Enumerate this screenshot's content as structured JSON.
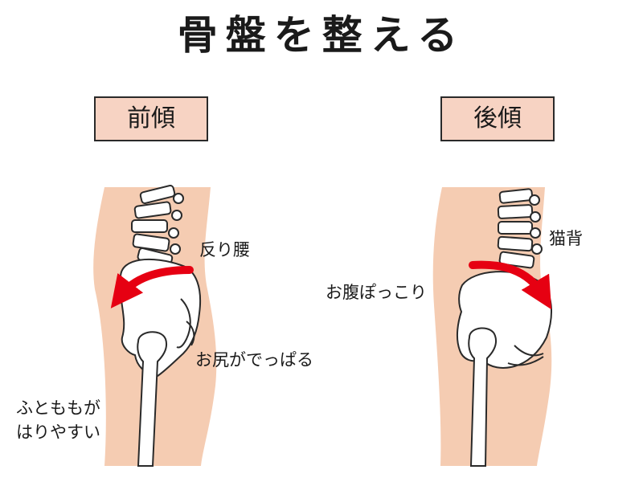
{
  "title": "骨盤を整える",
  "panels": [
    {
      "label": "前傾",
      "annotations": [
        "反り腰",
        "お尻がでっぱる",
        "ふとももが",
        "はりやすい"
      ]
    },
    {
      "label": "後傾",
      "annotations": [
        "猫背",
        "お腹ぽっこり"
      ]
    }
  ],
  "colors": {
    "skin": "#f5ccb2",
    "label_bg": "#f7d3c3",
    "arrow": "#e60012",
    "outline": "#2a2a2a"
  }
}
